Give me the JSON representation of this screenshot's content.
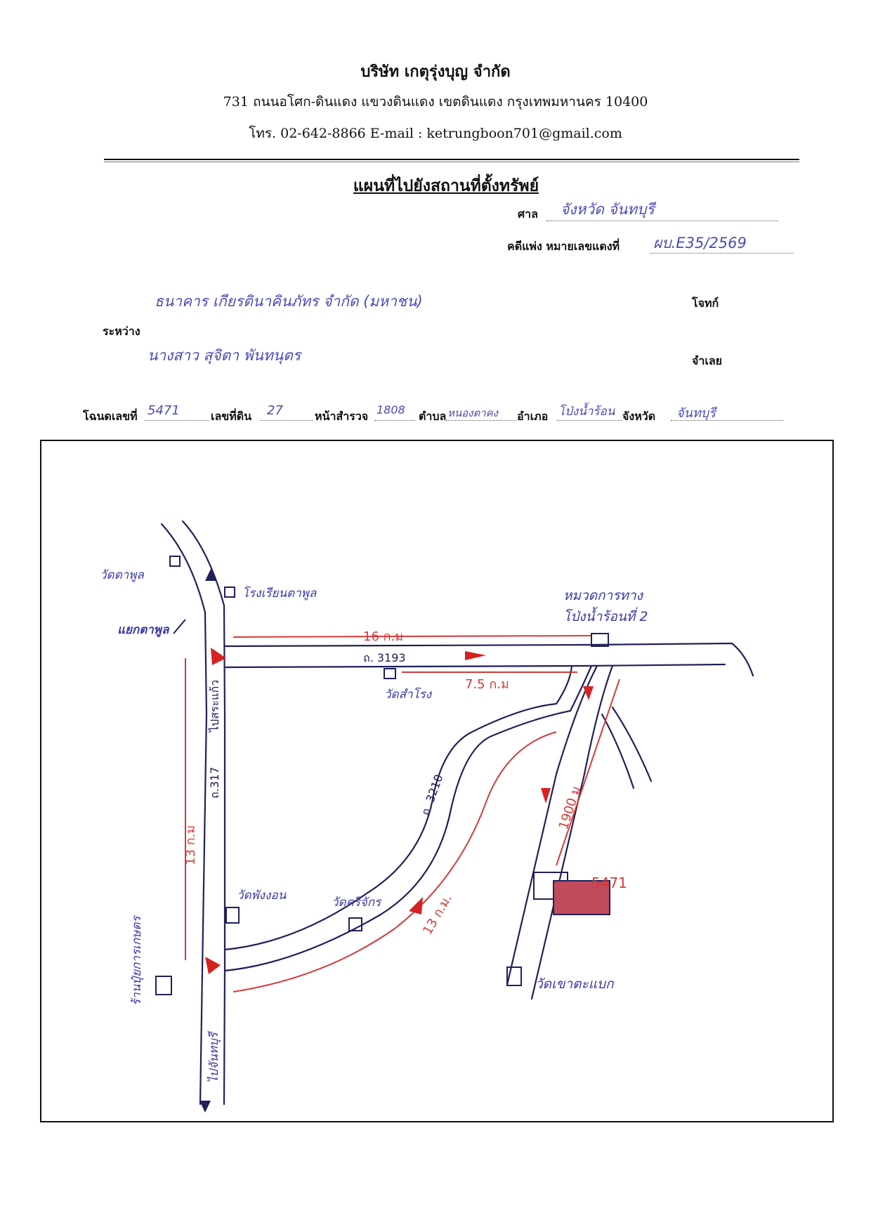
{
  "header": {
    "company": "บริษัท เกตุรุ่งบุญ จำกัด",
    "address": "731 ถนนอโศก-ดินแดง แขวงดินแดง เขตดินแดง กรุงเทพมหานคร 10400",
    "contact": "โทร. 02-642-8866 E-mail : ketrungboon701@gmail.com"
  },
  "title": "แผนที่ไปยังสถานที่ตั้งทรัพย์",
  "court": {
    "label": "ศาล",
    "value": "จังหวัด จันทบุรี"
  },
  "case": {
    "label": "คดีแพ่ง หมายเลขแดงที่",
    "value": "ผบ.E35/2569"
  },
  "parties": {
    "plaintiff_value": "ธนาคาร เกียรตินาคินภัทร จำกัด (มหาชน)",
    "plaintiff_label": "โจทก์",
    "between_label": "ระหว่าง",
    "defendant_value": "นางสาว สุจิตา พันทนุตร",
    "defendant_label": "จำเลย"
  },
  "deed": {
    "deed_label": "โฉนดเลขที่",
    "deed_value": "5471",
    "land_label": "เลขที่ดิน",
    "land_value": "27",
    "survey_label": "หน้าสำรวจ",
    "survey_value": "1808",
    "subdistrict_label": "ตำบล",
    "subdistrict_value": "หนองตาคง",
    "district_label": "อำเภอ",
    "district_value": "โป่งน้ำร้อน",
    "province_label": "จังหวัด",
    "province_value": "จันทบุรี"
  },
  "map": {
    "temple_tapun": "วัดตาพูล",
    "school_tapun": "โรงเรียนตาพูล",
    "junction_tapun": "แยกตาพูล",
    "police_unit": "หมวดการทาง",
    "police_unit2": "โป่งน้ำร้อนที่ 2",
    "dist_16km": "16 ก.ม",
    "road_3193": "ถ. 3193",
    "temple_samrong": "วัดสำโรง",
    "dist_7_5km": "7.5 ก.ม",
    "road_317_name": "ถ.317",
    "road_317_dir": "ไปสระแก้ว",
    "dist_13km_left": "13 ก.ม",
    "road_3210": "ถ. 3210",
    "dist_1900m": "1900 ม",
    "plot_label": "5471",
    "temple_phangwon": "วัดพังงอน",
    "temple_krijak": "วัดตรีจักร",
    "dist_13km_diag": "13 ก.ม.",
    "shop_label": "ร้านปุ๋ยการเกษตร",
    "to_chanthaburi": "ไปจันทบุรี",
    "temple_khaoraet": "วัดเขาตะแบก"
  }
}
